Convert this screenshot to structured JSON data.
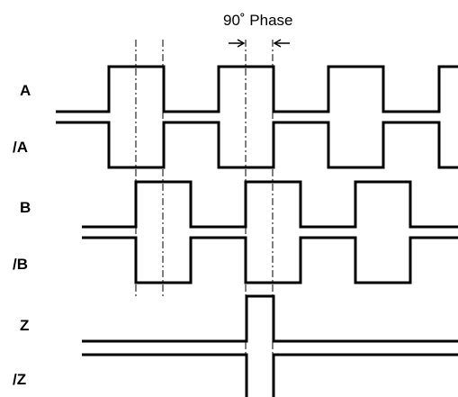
{
  "labels": {
    "a": "A",
    "a_inv": "/A",
    "b": "B",
    "b_inv": "/B",
    "z": "Z",
    "z_inv": "/Z"
  },
  "annotation": {
    "phase": "90˚ Phase"
  },
  "colors": {
    "waveform": "#000000",
    "guide": "#000000"
  }
}
